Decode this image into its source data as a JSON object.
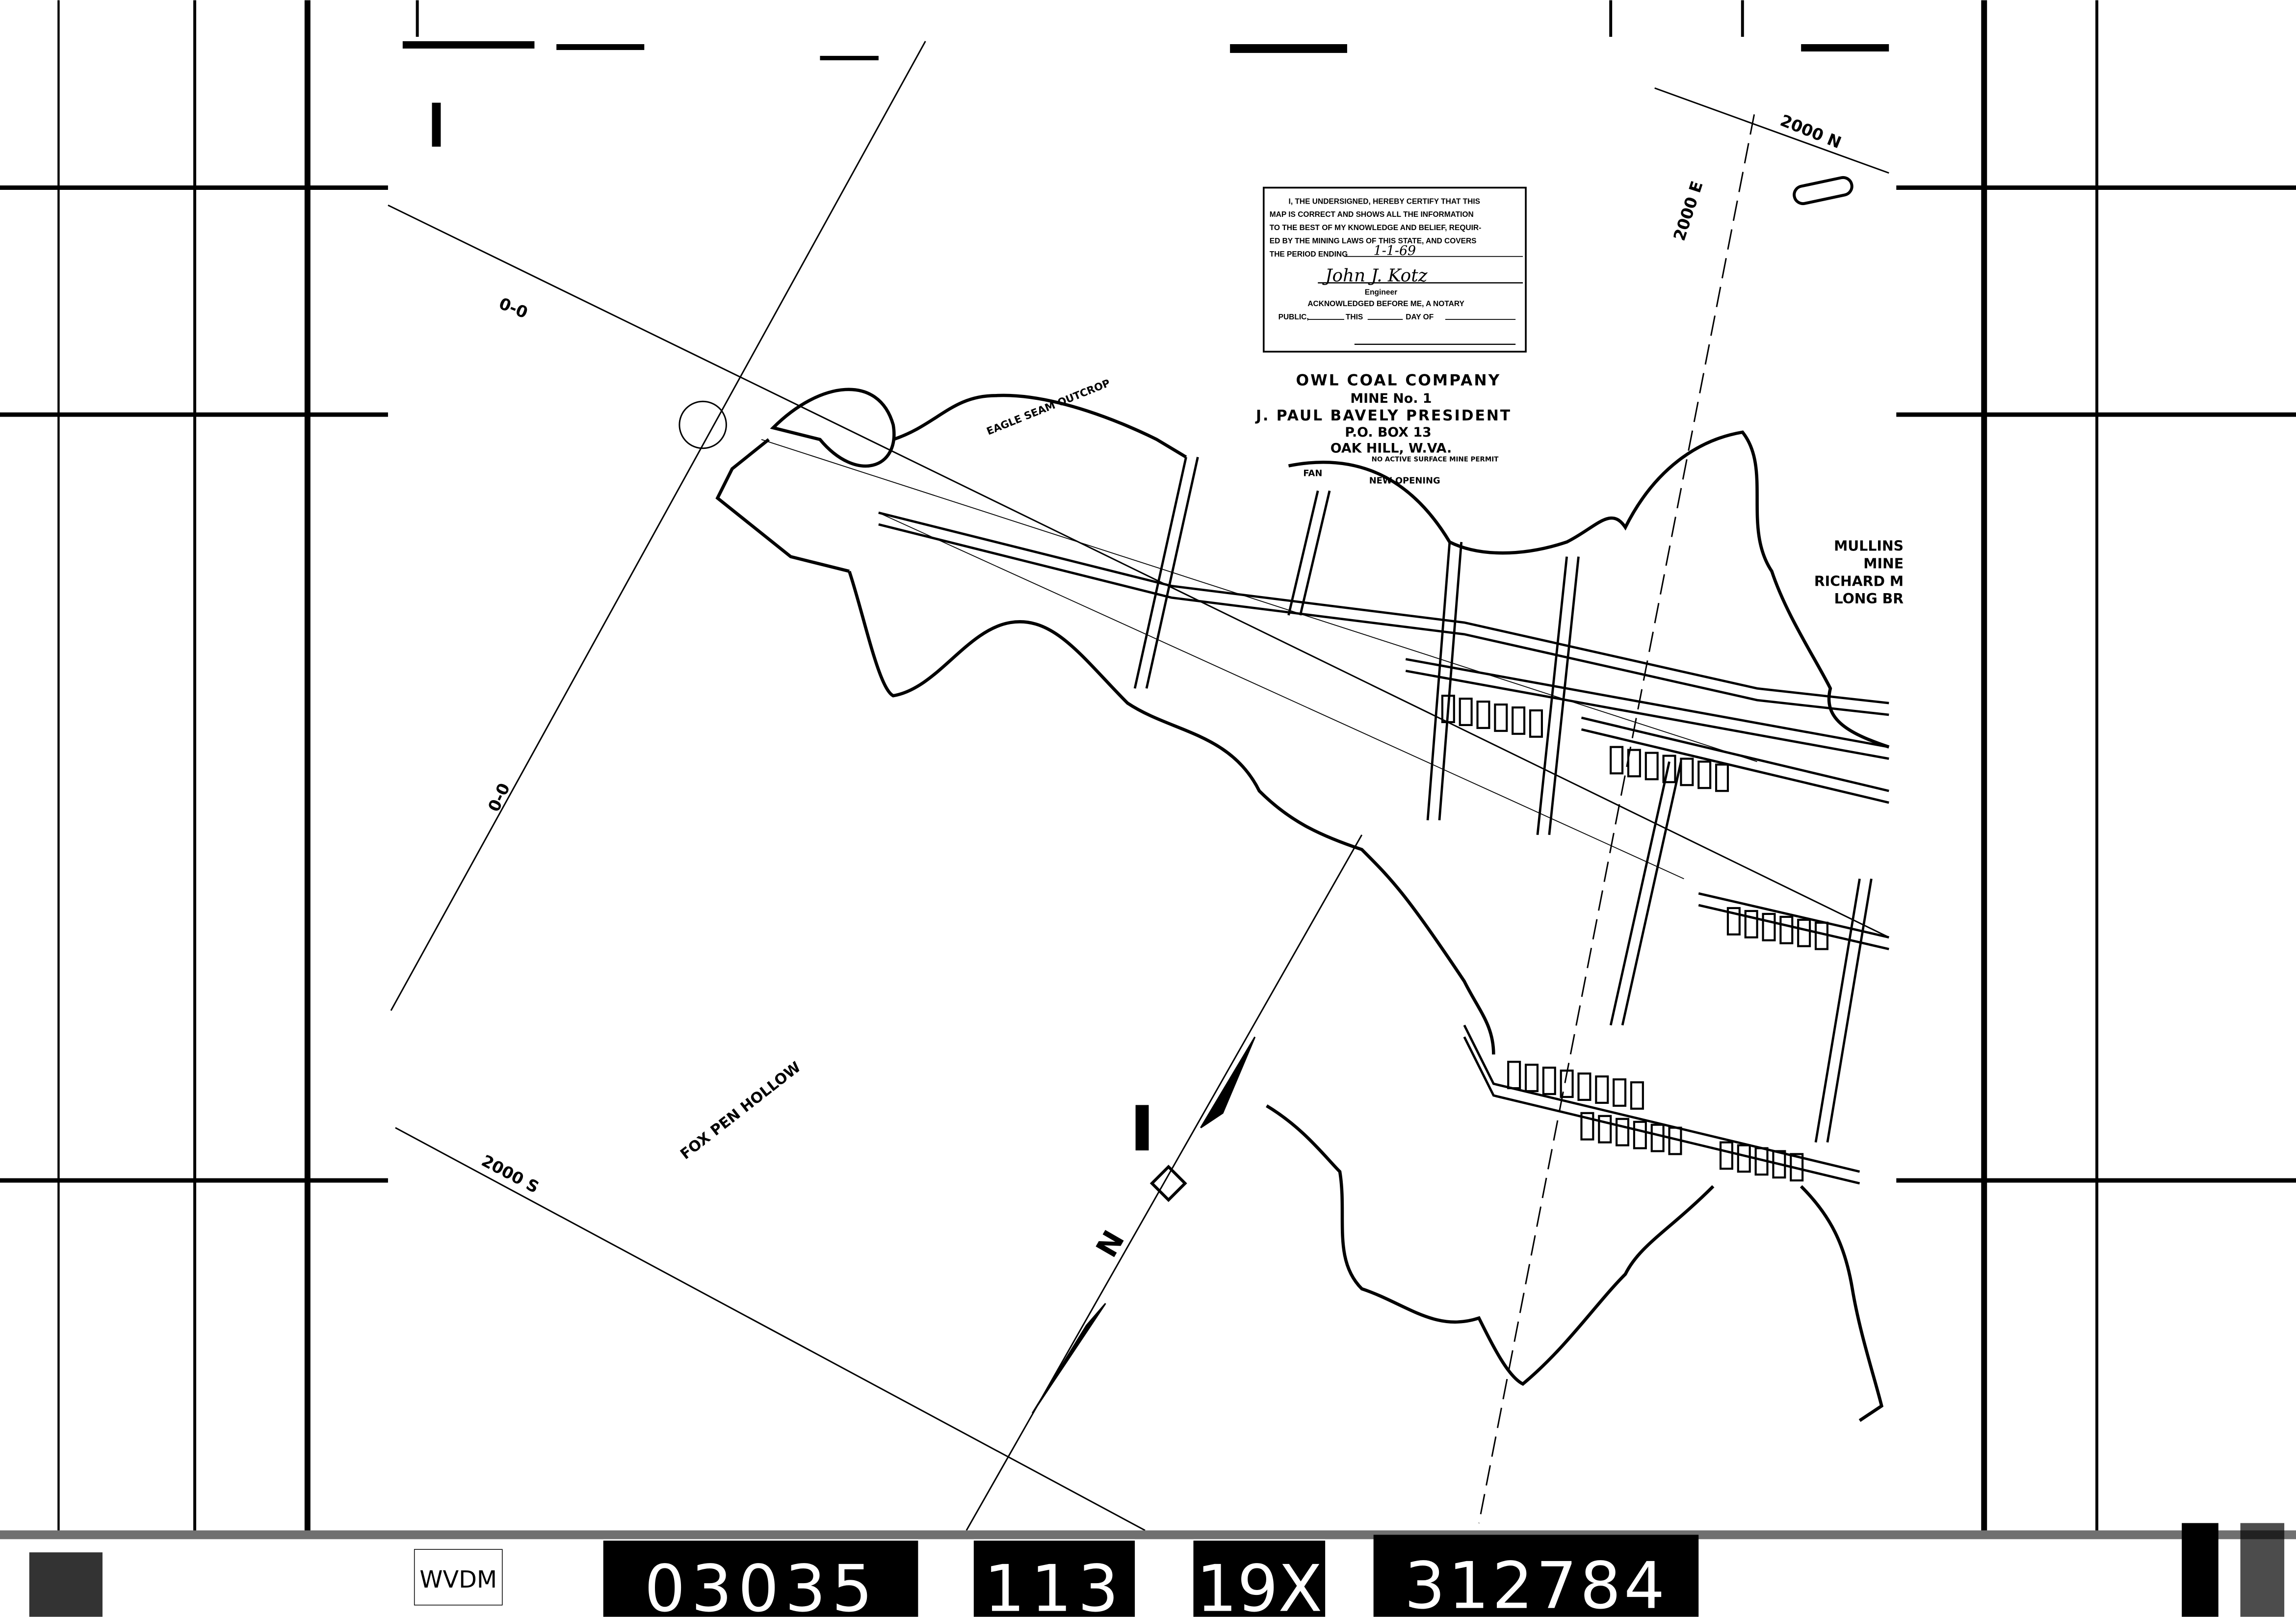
{
  "certificate": {
    "lines": [
      "I, THE UNDERSIGNED, HEREBY CERTIFY THAT THIS",
      "MAP IS CORRECT AND SHOWS ALL THE INFORMATION",
      "TO THE BEST OF MY KNOWLEDGE AND BELIEF, REQUIR-",
      "ED BY THE MINING LAWS OF THIS STATE, AND COVERS",
      "THE PERIOD ENDING"
    ],
    "period_ending": "1-1-69",
    "engineer_signature": "John J. Kotz",
    "engineer_label": "Engineer",
    "notary_line1": "ACKNOWLEDGED BEFORE ME, A NOTARY",
    "notary_public": "PUBLIC,",
    "notary_this": "THIS",
    "notary_day_of": "DAY OF"
  },
  "company": {
    "name": "OWL COAL COMPANY",
    "mine": "MINE No. 1",
    "president": "J. PAUL BAVELY PRESIDENT",
    "box": "P.O. BOX 13",
    "city": "OAK HILL, W.VA.",
    "note": "NO ACTIVE SURFACE MINE PERMIT"
  },
  "adjacent": {
    "line1": "MULLINS",
    "line2": "MINE",
    "line3": "RICHARD M",
    "line4": "LONG BR"
  },
  "labels": {
    "outcrop": "EAGLE SEAM OUTCROP",
    "fan": "FAN",
    "new_opening": "NEW OPENING",
    "hollow": "FOX PEN HOLLOW",
    "grid_00_top": "0-0",
    "grid_00_left": "0-0",
    "grid_2000s": "2000 S",
    "grid_2000e": "2000 E",
    "grid_2000n": "2000 N",
    "north": "N"
  },
  "strip": {
    "agency": "WVDM",
    "num1": "03035",
    "num2": "113",
    "num3": "19X",
    "num4": "312784"
  },
  "colors": {
    "ink": "#000000",
    "paper": "#ffffff"
  }
}
